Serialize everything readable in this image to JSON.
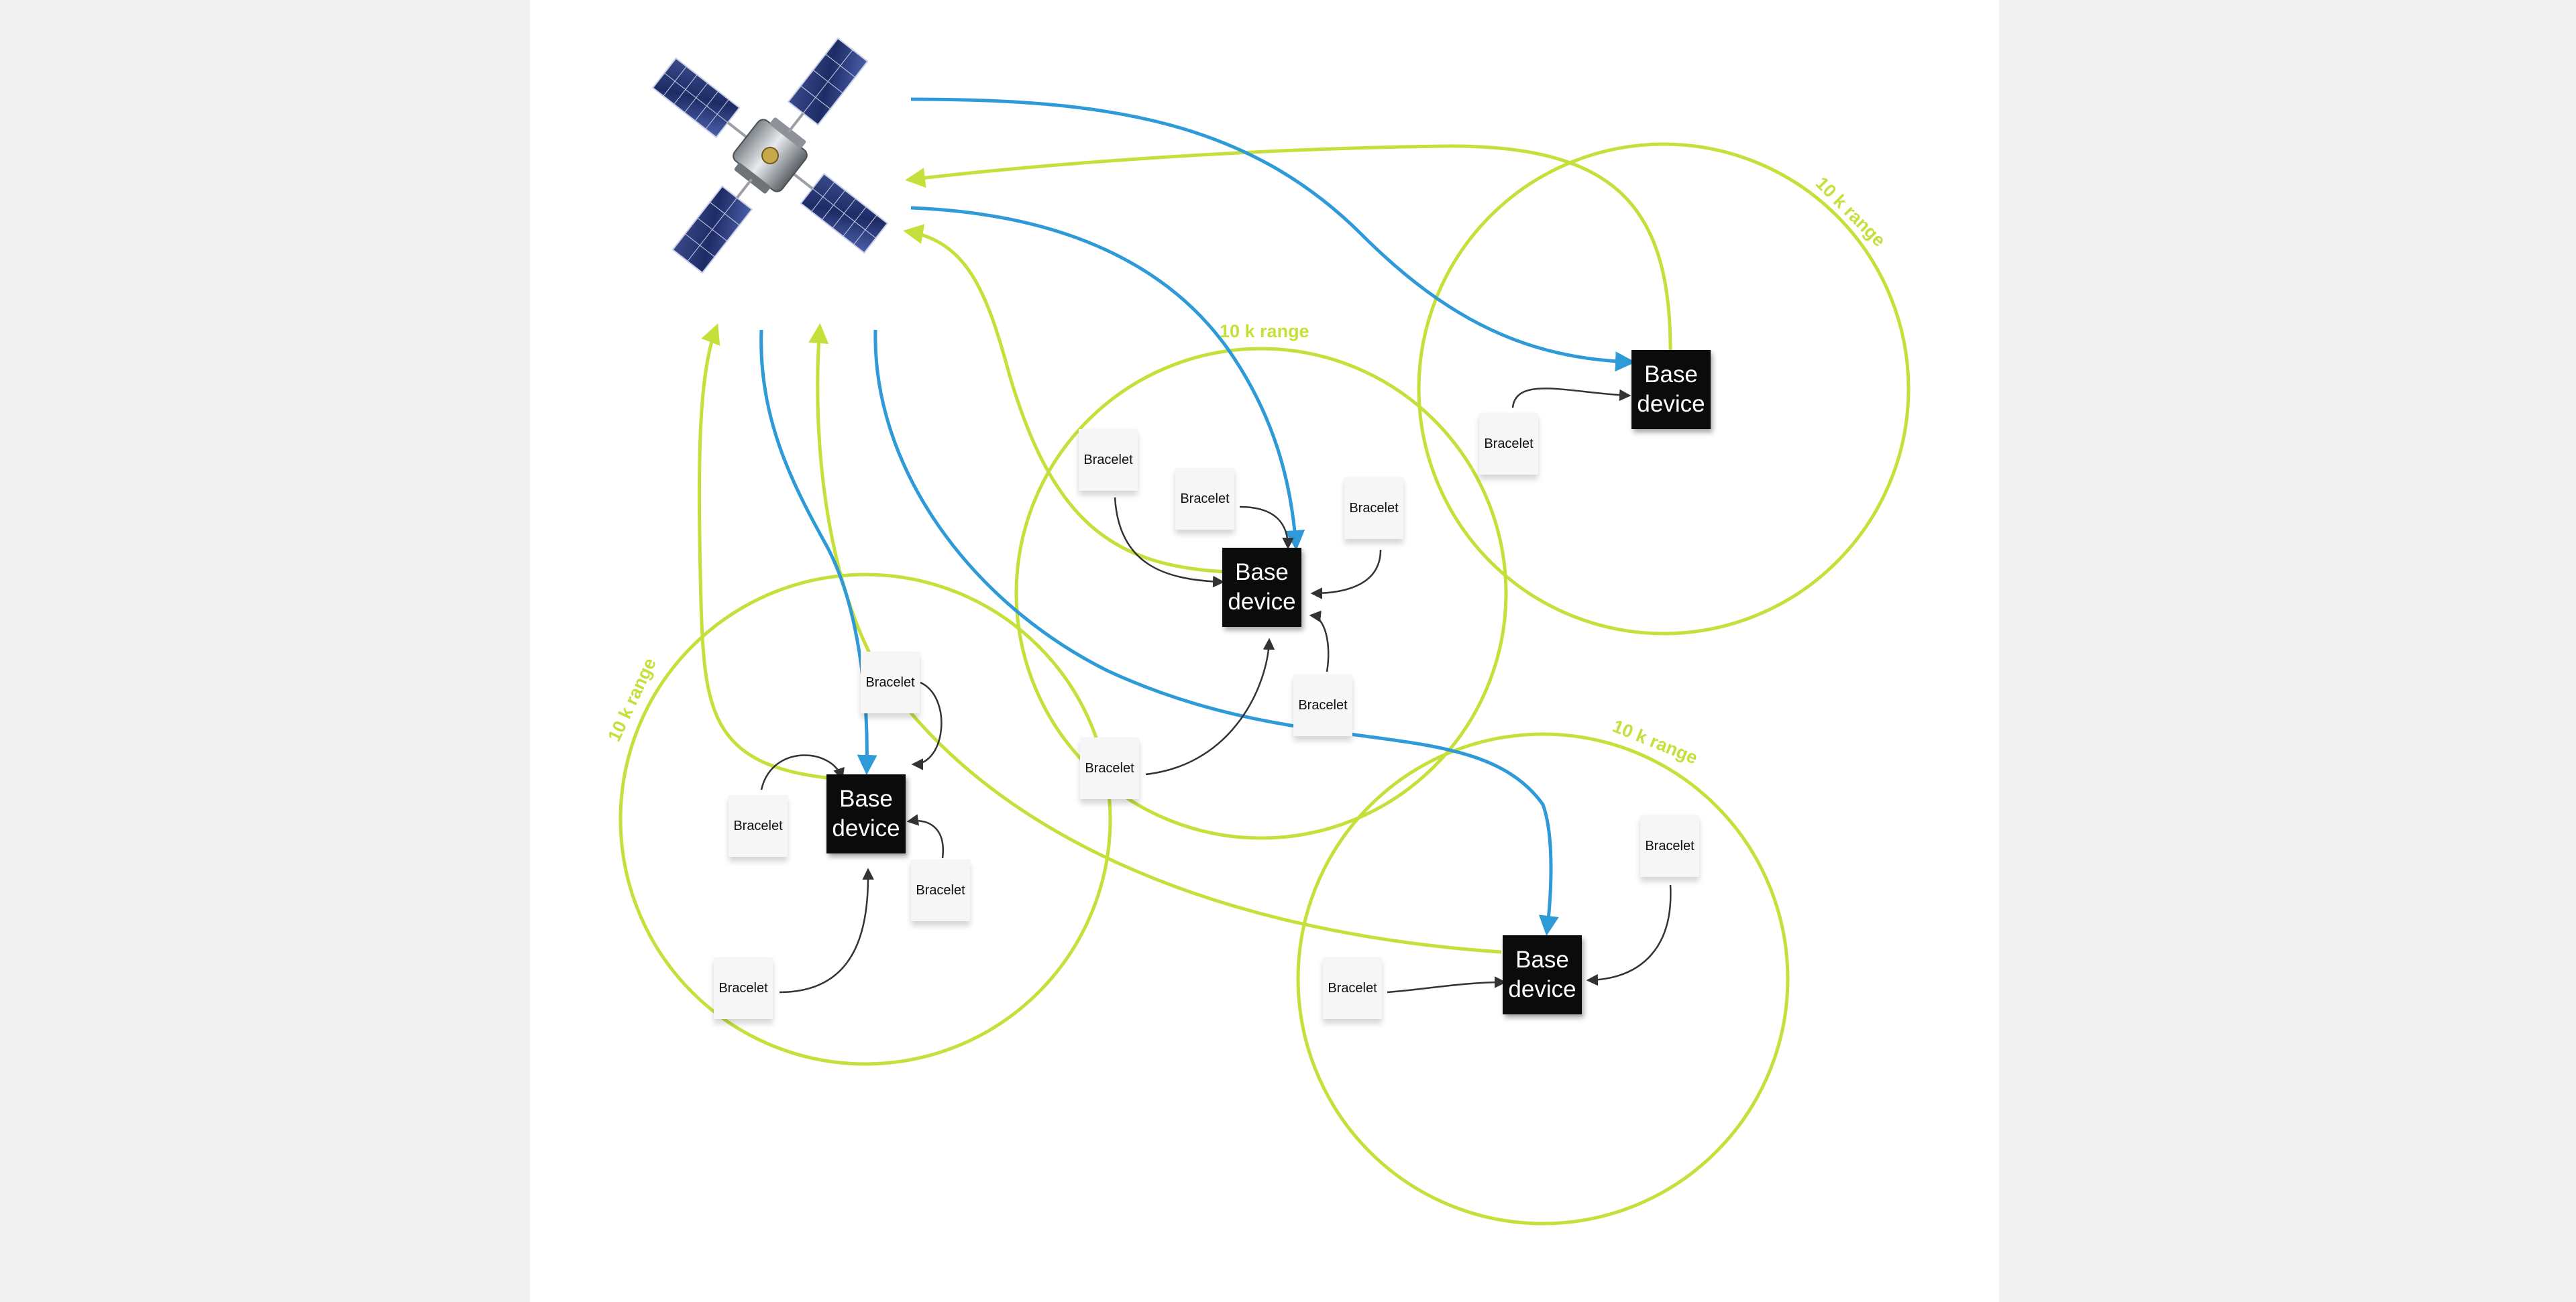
{
  "diagram": {
    "colors": {
      "range_circle": "#c7df3a",
      "uplink_arrow": "#c7df3a",
      "downlink_arrow": "#2e9ad8",
      "bracelet_link": "#333333",
      "base_device_fill": "#0b0b0b",
      "bracelet_fill": "#f6f6f6"
    },
    "satellite": {
      "icon": "satellite-icon"
    },
    "range_label": "10 k range",
    "base_label": "Base\ndevice",
    "bracelet_label": "Bracelet",
    "base_devices": [
      {
        "id": "base-top-right",
        "label": "Base device"
      },
      {
        "id": "base-center",
        "label": "Base device"
      },
      {
        "id": "base-left",
        "label": "Base device"
      },
      {
        "id": "base-bottom-right",
        "label": "Base device"
      }
    ],
    "bracelets": [
      {
        "id": "bracelet-1",
        "label": "Bracelet"
      },
      {
        "id": "bracelet-2",
        "label": "Bracelet"
      },
      {
        "id": "bracelet-3",
        "label": "Bracelet"
      },
      {
        "id": "bracelet-4",
        "label": "Bracelet"
      },
      {
        "id": "bracelet-5",
        "label": "Bracelet"
      },
      {
        "id": "bracelet-6",
        "label": "Bracelet"
      },
      {
        "id": "bracelet-7",
        "label": "Bracelet"
      },
      {
        "id": "bracelet-8",
        "label": "Bracelet"
      },
      {
        "id": "bracelet-9",
        "label": "Bracelet"
      },
      {
        "id": "bracelet-10",
        "label": "Bracelet"
      },
      {
        "id": "bracelet-11",
        "label": "Bracelet"
      },
      {
        "id": "bracelet-12",
        "label": "Bracelet"
      }
    ],
    "range_labels": [
      "10 k range",
      "10 k range",
      "10 k range",
      "10 k range"
    ]
  }
}
